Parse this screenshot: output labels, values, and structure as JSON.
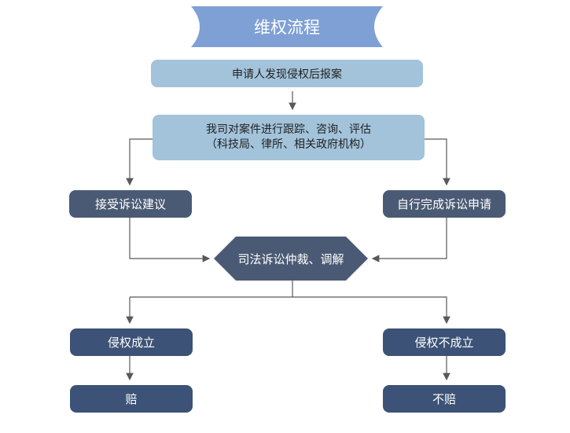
{
  "title": "维权流程",
  "steps": {
    "report": "申请人发现侵权后报案",
    "track_line1": "我司对案件进行跟踪、咨询、评估",
    "track_line2": "（科技局、律所、相关政府机构）",
    "accept_advice": "接受诉讼建议",
    "self_apply": "自行完成诉讼申请",
    "judicial": "司法诉讼仲裁、调解",
    "infringement_yes": "侵权成立",
    "infringement_no": "侵权不成立",
    "compensate": "赔",
    "no_compensate": "不赔"
  },
  "colors": {
    "banner": "#7fa0d5",
    "light_box": "#a2c3da",
    "dark_box": "#4b5a74",
    "result_box": "#3c5276",
    "line": "#595959"
  }
}
